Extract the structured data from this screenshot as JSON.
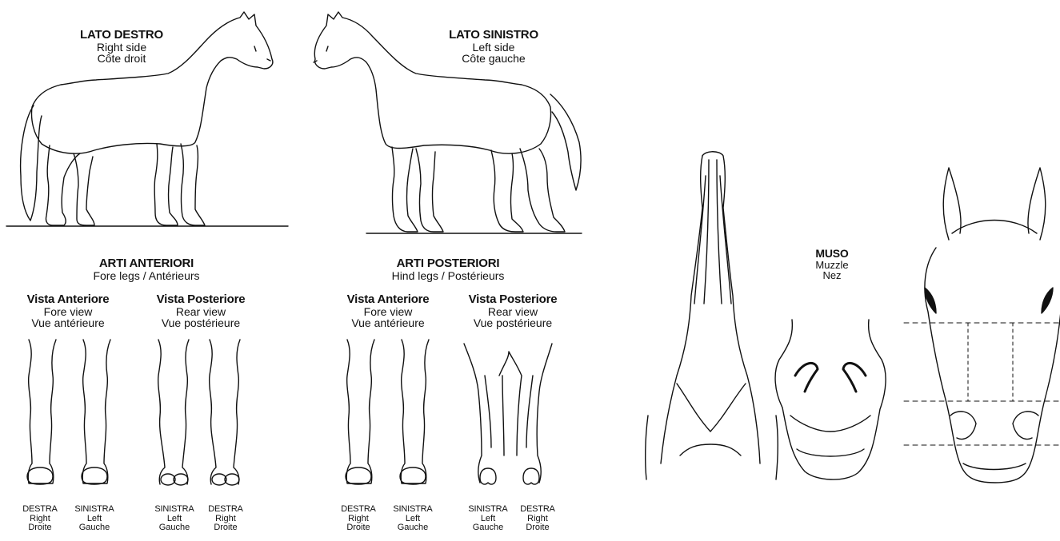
{
  "labels": {
    "right_side": {
      "t1": "LATO DESTRO",
      "t2": "Right side",
      "t3": "Côte droit"
    },
    "left_side": {
      "t1": "LATO SINISTRO",
      "t2": "Left side",
      "t3": "Côte gauche"
    },
    "fore_legs": {
      "t1": "ARTI ANTERIORI",
      "t2": "Fore legs / Antérieurs"
    },
    "hind_legs": {
      "t1": "ARTI POSTERIORI",
      "t2": "Hind legs / Postérieurs"
    },
    "fore_fore_view": {
      "t1": "Vista Anteriore",
      "t2": "Fore view",
      "t3": "Vue antérieure"
    },
    "fore_rear_view": {
      "t1": "Vista Posteriore",
      "t2": "Rear view",
      "t3": "Vue postérieure"
    },
    "hind_fore_view": {
      "t1": "Vista Anteriore",
      "t2": "Fore view",
      "t3": "Vue antérieure"
    },
    "hind_rear_view": {
      "t1": "Vista Posteriore",
      "t2": "Rear view",
      "t3": "Vue postérieure"
    },
    "muzzle": {
      "t1": "MUSO",
      "t2": "Muzzle",
      "t3": "Nez"
    }
  },
  "leg_labels": [
    {
      "t1": "DESTRA",
      "t2": "Right",
      "t3": "Droite"
    },
    {
      "t1": "SINISTRA",
      "t2": "Left",
      "t3": "Gauche"
    },
    {
      "t1": "SINISTRA",
      "t2": "Left",
      "t3": "Gauche"
    },
    {
      "t1": "DESTRA",
      "t2": "Right",
      "t3": "Droite"
    },
    {
      "t1": "DESTRA",
      "t2": "Right",
      "t3": "Droite"
    },
    {
      "t1": "SINISTRA",
      "t2": "Left",
      "t3": "Gauche"
    },
    {
      "t1": "SINISTRA",
      "t2": "Left",
      "t3": "Gauche"
    },
    {
      "t1": "DESTRA",
      "t2": "Right",
      "t3": "Droite"
    }
  ]
}
